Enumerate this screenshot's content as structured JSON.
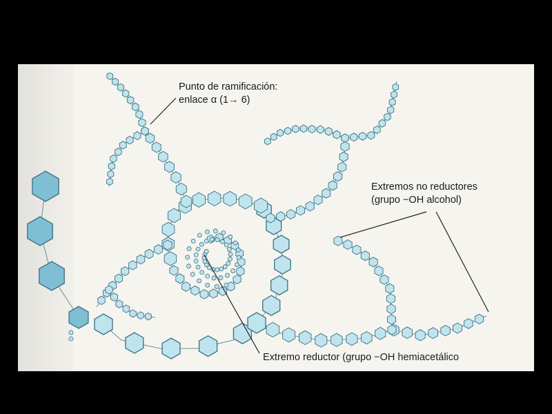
{
  "labels": {
    "branch_point_line1": "Punto de ramificación:",
    "branch_point_line2": "enlace α (1→ 6)",
    "non_reducing_line1": "Extremos no reductores",
    "non_reducing_line2": "(grupo −OH alcohol)",
    "reducing_end": "Extremo reductor (grupo −OH hemiacetálico"
  },
  "colors": {
    "hexagon_fill": "#bfe4ee",
    "hexagon_stroke": "#3a6f80",
    "large_hexagon_fill": "#7fbfd3",
    "background": "#f5f4ef"
  }
}
